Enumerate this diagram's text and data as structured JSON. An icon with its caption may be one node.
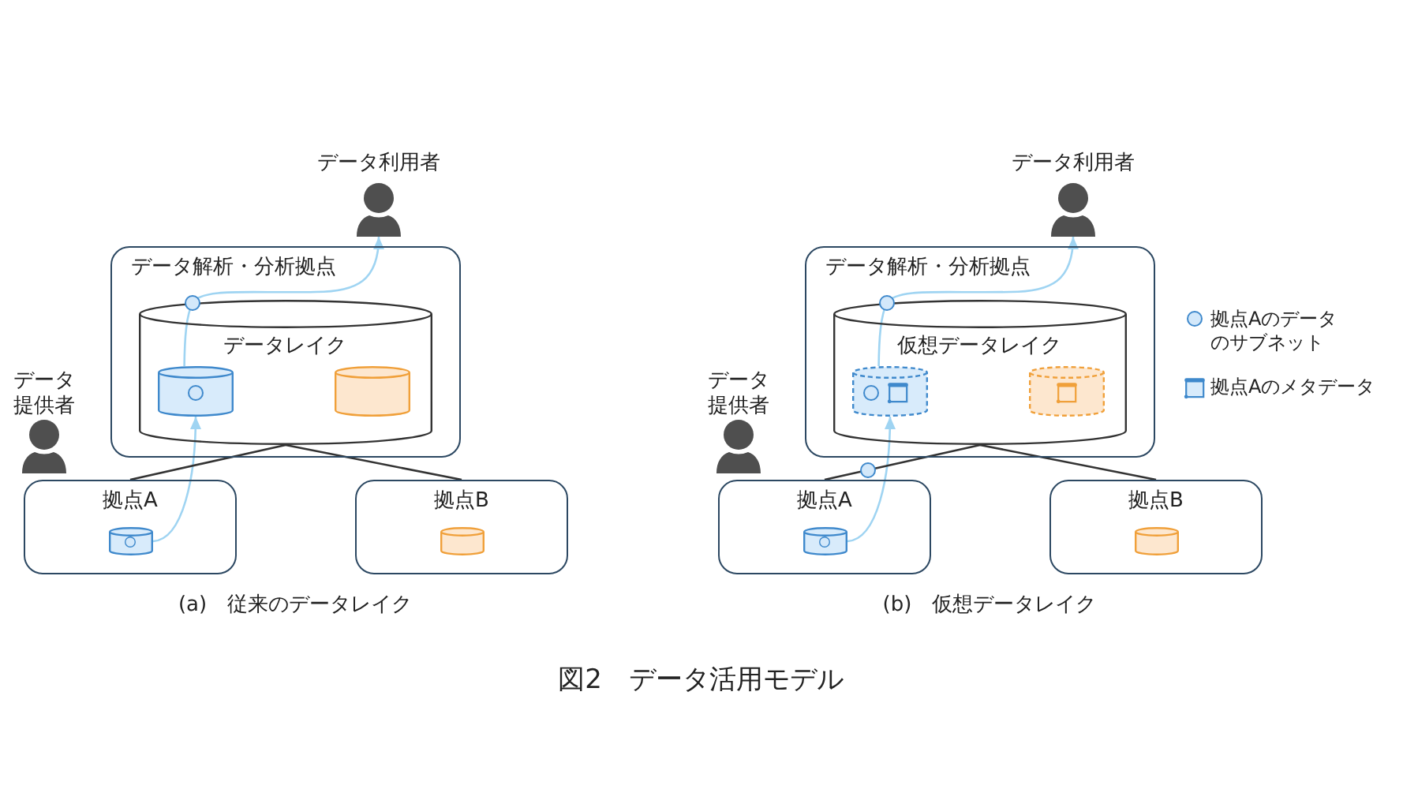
{
  "diagram": {
    "caption": "図2　データ活用モデル",
    "nodes": [
      {
        "text": [
          "データ利用者"
        ]
      },
      {
        "text": [
          "データ解析・分析拠点"
        ]
      },
      {
        "text": [
          "データレイク"
        ],
        "in": 1
      },
      {
        "text": [],
        "shape": "cylinder",
        "in": 2
      },
      {
        "text": [],
        "shape": "cylinder",
        "in": 2
      },
      {
        "text": [
          "データ提供者"
        ]
      },
      {
        "text": [
          "拠点A"
        ]
      },
      {
        "text": [],
        "shape": "cylinder",
        "in": 6
      },
      {
        "text": [
          "拠点B"
        ]
      },
      {
        "text": [],
        "shape": "cylinder",
        "in": 8
      },
      {
        "text": [
          "データ利用者"
        ]
      },
      {
        "text": [
          "データ解析・分析拠点"
        ]
      },
      {
        "text": [
          "仮想データレイク"
        ],
        "in": 11
      },
      {
        "text": [],
        "shape": "cylinder",
        "in": 12
      },
      {
        "text": [],
        "shape": "cylinder",
        "in": 12
      },
      {
        "text": [
          "データ提供者"
        ]
      },
      {
        "text": [
          "拠点A"
        ]
      },
      {
        "text": [],
        "shape": "cylinder",
        "in": 16
      },
      {
        "text": [
          "拠点B"
        ]
      },
      {
        "text": [],
        "shape": "cylinder",
        "in": 18
      }
    ],
    "edges": [
      {
        "from": 7,
        "to": 3,
        "arrow": "to",
        "color": "#9fd4f2"
      },
      {
        "from": 3,
        "to": 0,
        "arrow": "to",
        "color": "#9fd4f2"
      },
      {
        "from": 2,
        "to": 6,
        "arrow": "none",
        "color": "#333333"
      },
      {
        "from": 2,
        "to": 8,
        "arrow": "none",
        "color": "#333333"
      },
      {
        "from": 17,
        "to": 13,
        "arrow": "to",
        "color": "#9fd4f2"
      },
      {
        "from": 13,
        "to": 10,
        "arrow": "to",
        "color": "#9fd4f2"
      },
      {
        "from": 12,
        "to": 16,
        "arrow": "none",
        "color": "#333333"
      },
      {
        "from": 12,
        "to": 18,
        "arrow": "none",
        "color": "#333333"
      }
    ],
    "labels": [
      "(a)　従来のデータレイク",
      "(b)　仮想データレイク"
    ],
    "legend": [
      {
        "text": "拠点Aのデータのサブネット"
      },
      {
        "text": "拠点Aのメタデータ"
      }
    ]
  }
}
